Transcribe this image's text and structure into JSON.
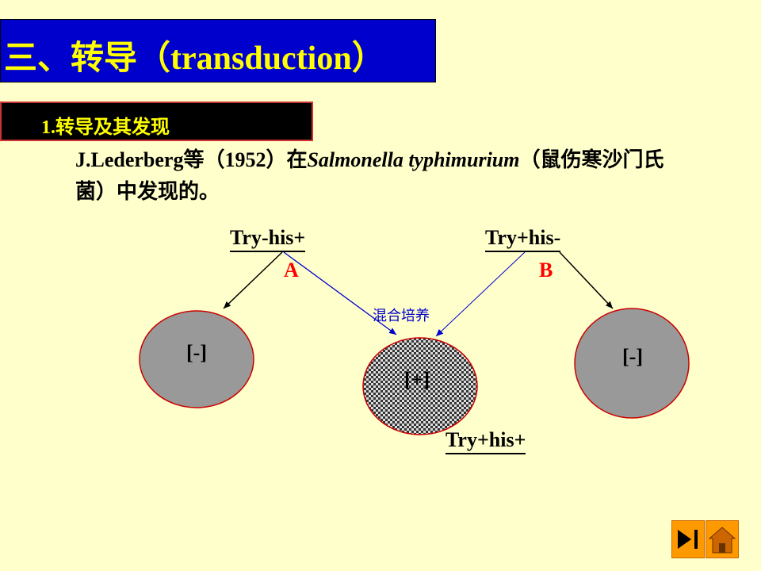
{
  "header": {
    "title": "三、转导（transduction）"
  },
  "section": {
    "heading": "1.转导及其发现"
  },
  "intro": {
    "text_before": "J.Lederberg等（1952）在",
    "species": "Salmonella typhimurium",
    "text_after": "（鼠伤寒沙门氏菌）中发现的。"
  },
  "diagram": {
    "strain_a": "Try-his+",
    "strain_b": "Try+his-",
    "label_a": "A",
    "label_b": "B",
    "plate_left_label": "[-]",
    "plate_center_label": "[+]",
    "plate_right_label": "[-]",
    "mix_label": "混合培养",
    "result_label": "Try+his+"
  },
  "colors": {
    "background": "#ffffcc",
    "title_bg": "#0000cc",
    "title_text": "#ffff00",
    "section_bg": "#000000",
    "plate_fill": "#999999",
    "plate_edge": "#cc0000",
    "mix_arrow": "#0000cc",
    "letter_red": "#ff0000",
    "nav_button": "#ff9900"
  },
  "nav": {
    "next_icon": "skip-forward-icon",
    "home_icon": "home-icon"
  }
}
